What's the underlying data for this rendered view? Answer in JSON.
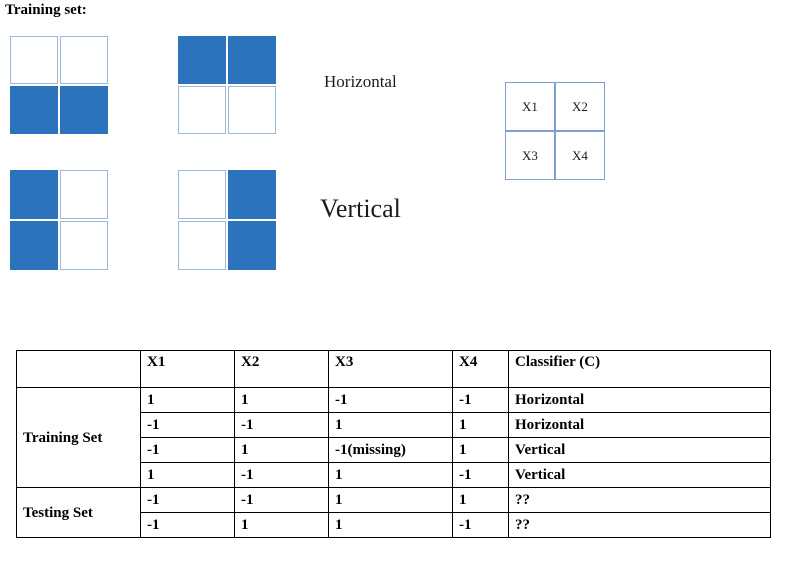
{
  "page": {
    "title": "Training set:"
  },
  "patterns": [
    {
      "name": "horizontal-1",
      "cells": [
        "empty",
        "empty",
        "filled",
        "filled"
      ]
    },
    {
      "name": "horizontal-2",
      "cells": [
        "filled",
        "filled",
        "empty",
        "empty"
      ]
    },
    {
      "name": "vertical-1",
      "cells": [
        "filled",
        "empty",
        "filled",
        "empty"
      ]
    },
    {
      "name": "vertical-2",
      "cells": [
        "empty",
        "filled",
        "empty",
        "filled"
      ]
    }
  ],
  "class_labels": {
    "horizontal": "Horizontal",
    "vertical": "Vertical"
  },
  "feature_legend": {
    "cells": [
      "X1",
      "X2",
      "X3",
      "X4"
    ]
  },
  "colors": {
    "fill_blue": "#2b73bd",
    "cell_border_blue": "#8faadc",
    "legend_border_blue": "#7d9fd1",
    "table_border": "#000000",
    "classifier_text": "#262626"
  },
  "table": {
    "headers": [
      "",
      "X1",
      "X2",
      "X3",
      "X4",
      "Classifier (C)"
    ],
    "groups": [
      {
        "label": "Training Set",
        "rowspan": 4
      },
      {
        "label": "Testing Set",
        "rowspan": 2
      }
    ],
    "rows": [
      {
        "group": "Training Set",
        "x1": "1",
        "x2": "1",
        "x3": "-1",
        "x4": "-1",
        "classifier": "Horizontal",
        "unknown": false
      },
      {
        "group": "",
        "x1": "-1",
        "x2": "-1",
        "x3": "1",
        "x4": "1",
        "classifier": "Horizontal",
        "unknown": false
      },
      {
        "group": "",
        "x1": "-1",
        "x2": "1",
        "x3": "-1(missing)",
        "x4": "1",
        "classifier": "Vertical",
        "unknown": false
      },
      {
        "group": "",
        "x1": "1",
        "x2": "-1",
        "x3": "1",
        "x4": "-1",
        "classifier": "Vertical",
        "unknown": false
      },
      {
        "group": "Testing Set",
        "x1": "-1",
        "x2": "-1",
        "x3": "1",
        "x4": "1",
        "classifier": "??",
        "unknown": true
      },
      {
        "group": "",
        "x1": "-1",
        "x2": "1",
        "x3": "1",
        "x4": "-1",
        "classifier": "??",
        "unknown": true
      }
    ]
  }
}
